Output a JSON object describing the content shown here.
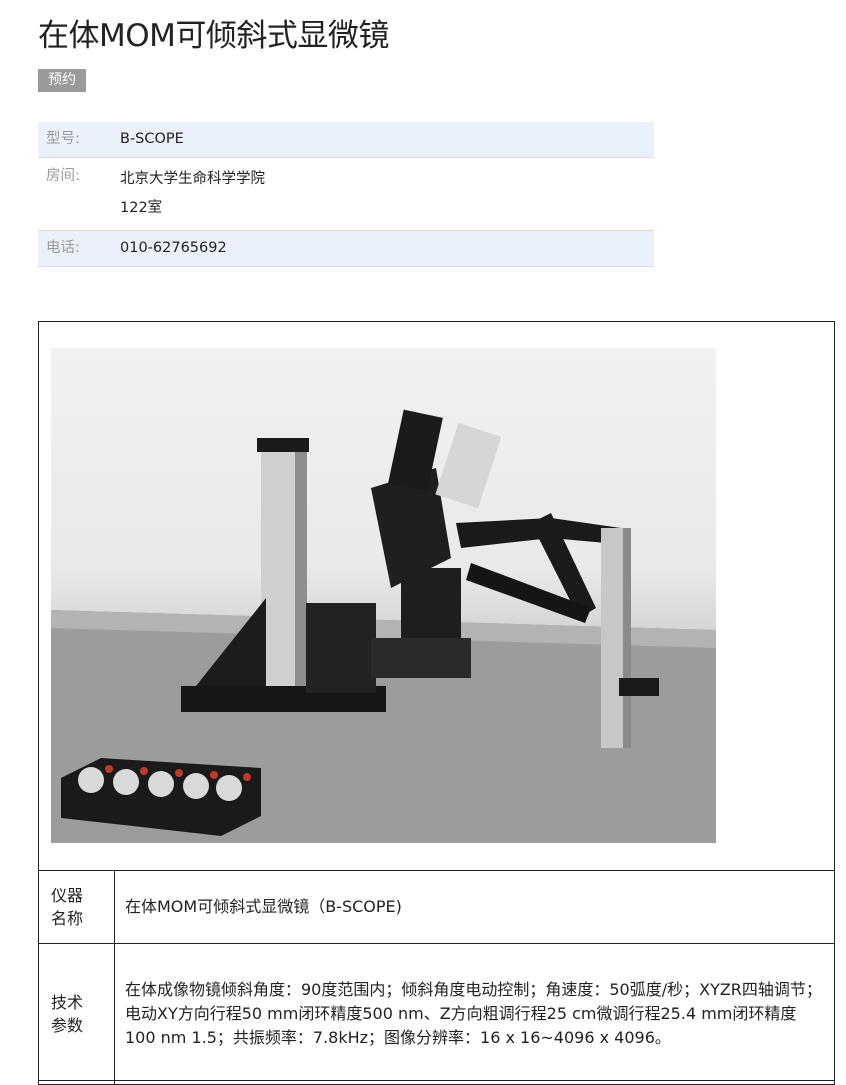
{
  "page": {
    "title": "在体MOM可倾斜式显微镜",
    "status_badge": "预约"
  },
  "info": {
    "model_label": "型号:",
    "model_value": "B-SCOPE",
    "room_label": "房间:",
    "room_line1": "北京大学生命科学学院",
    "room_line2": "122室",
    "phone_label": "电话:",
    "phone_value": "010-62765692"
  },
  "specs": {
    "name_label_line1": "仪器",
    "name_label_line2": "名称",
    "name_value": "在体MOM可倾斜式显微镜（B-SCOPE)",
    "params_label_line1": "技术",
    "params_label_line2": "参数",
    "params_value": "在体成像物镜倾斜角度：90度范围内；倾斜角度电动控制；角速度：50弧度/秒；XYZR四轴调节；电动XY方向行程50 mm闭环精度500 nm、Z方向粗调行程25 cm微调行程25.4 mm闭环精度100 nm 1.5；共振频率：7.8kHz；图像分辨率：16 x 16~4096 x 4096。"
  },
  "photo": {
    "icon": "microscope-photo",
    "colors": {
      "table": "#8f8f8f",
      "metal": "#1b1b1b",
      "rail": "#c9c9c9",
      "button": "#c0392b"
    }
  }
}
